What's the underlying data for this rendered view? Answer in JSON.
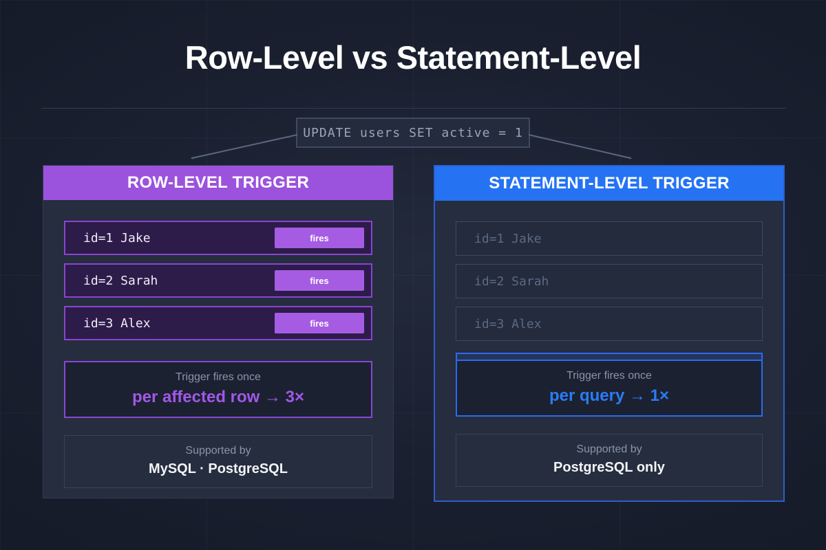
{
  "title": "Row-Level vs Statement-Level",
  "query_box": {
    "code": "UPDATE users SET active = 1"
  },
  "left_panel": {
    "header": "ROW-LEVEL TRIGGER",
    "rows": [
      {
        "label": "id=1 Jake",
        "badge": "fires"
      },
      {
        "label": "id=2 Sarah",
        "badge": "fires"
      },
      {
        "label": "id=3 Alex",
        "badge": "fires"
      }
    ],
    "result": {
      "line1": "Trigger fires once",
      "line2": "per affected row → 3×"
    },
    "support": {
      "line1": "Supported by",
      "line2": "MySQL · PostgreSQL"
    }
  },
  "right_panel": {
    "header": "STATEMENT-LEVEL TRIGGER",
    "rows": [
      {
        "label": "id=1 Jake"
      },
      {
        "label": "id=2 Sarah"
      },
      {
        "label": "id=3 Alex"
      }
    ],
    "result": {
      "line1": "Trigger fires once",
      "line2": "per query → 1×"
    },
    "support": {
      "line1": "Supported by",
      "line2": "PostgreSQL only"
    }
  },
  "icons": {
    "left_arrow": "arrow-connector-to-left-panel",
    "right_arrow": "arrow-connector-to-right-panel",
    "bracket": "rows-grouping-bracket"
  },
  "colors": {
    "background": "#1a2030",
    "panel_background": "#262d3f",
    "accent_purple": "#9b52dd",
    "accent_purple_text": "#a158e8",
    "accent_blue": "#2573f3",
    "accent_blue_text": "#2b7bf8",
    "muted_text": "#8b95a8",
    "code_text": "#9aa5b8"
  }
}
